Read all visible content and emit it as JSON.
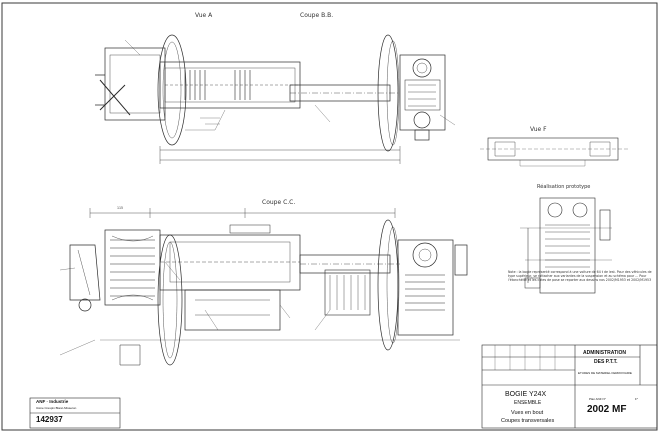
{
  "views": {
    "vue_a": "Vue A",
    "coupe_bb": "Coupe B.B.",
    "vue_f": "Vue F",
    "coupe_cc": "Coupe C.C.",
    "realisation": "Réalisation prototype"
  },
  "dimensions": {
    "top_span": "[unclear]",
    "bottom_left": "115",
    "bottom_mid": "[unclear]",
    "bottom_right": "[unclear]"
  },
  "note_text": "Note : la bogie représenté correspond à une voiture de 64 t de lest. Pour des véhicules de type supérieur, se rattacher aux variantes de la suspension et au schéma pour ... Pour l'étanchéité et les cotes de pose se reporter aux dessins nos 2002/M1953 et 2002/M1953",
  "revision_table": {
    "row1": "[unclear]",
    "row2": "[unclear]"
  },
  "title_block": {
    "administration_line1": "ADMINISTRATION",
    "administration_line2": "DES P.T.T.",
    "service_line": "ETUDES DE MATERIEL FERROVIAIRE",
    "bogie": "BOGIE Y24X",
    "ensemble": "ENSEMBLE",
    "vues_line": "Vues en bout",
    "coupes_line": "Coupes transversales",
    "plan_label": "Plan ANF N°",
    "plan_number": "2002 MF",
    "sheet_label": "F°"
  },
  "company_block": {
    "company": "ANF · Industrie",
    "plant_line": "Usine Crespin Blanc-Misseron",
    "number": "142937"
  },
  "colors": {
    "ink": "#2b2b2b",
    "paper": "#ffffff",
    "grey": "#8a8a8a"
  }
}
